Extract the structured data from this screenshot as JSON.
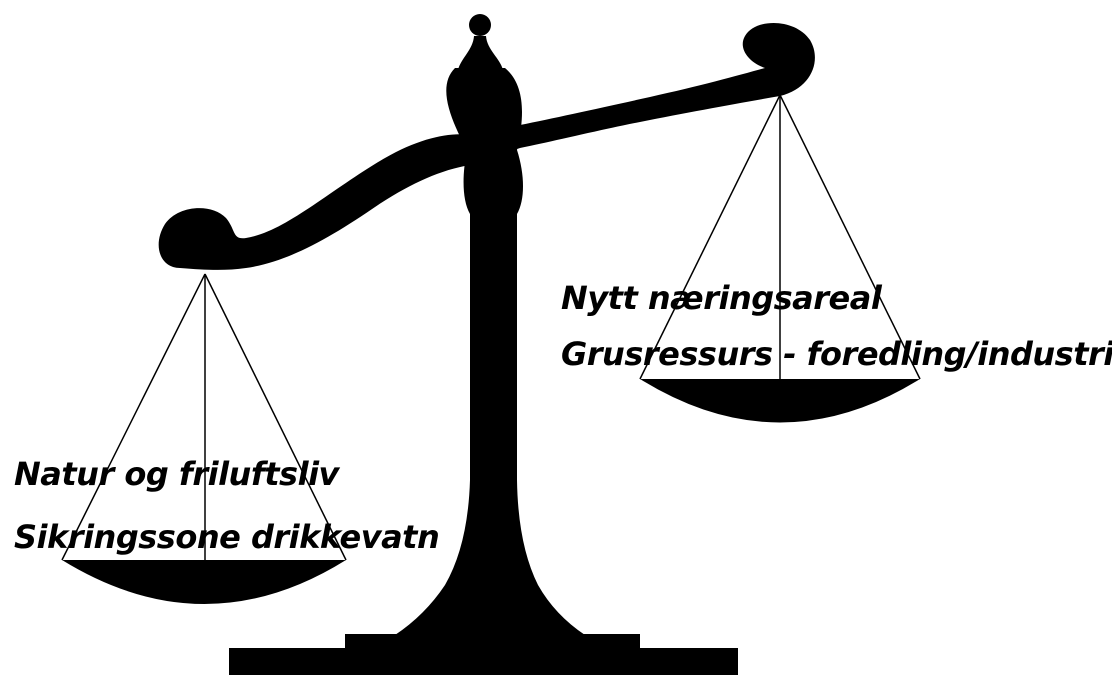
{
  "left_pan": {
    "lines": [
      "Natur og friluftsliv",
      "Sikringssone drikkevatn"
    ]
  },
  "right_pan": {
    "lines": [
      "Nytt næringsareal",
      "Grusressurs - foredling/industri"
    ]
  }
}
